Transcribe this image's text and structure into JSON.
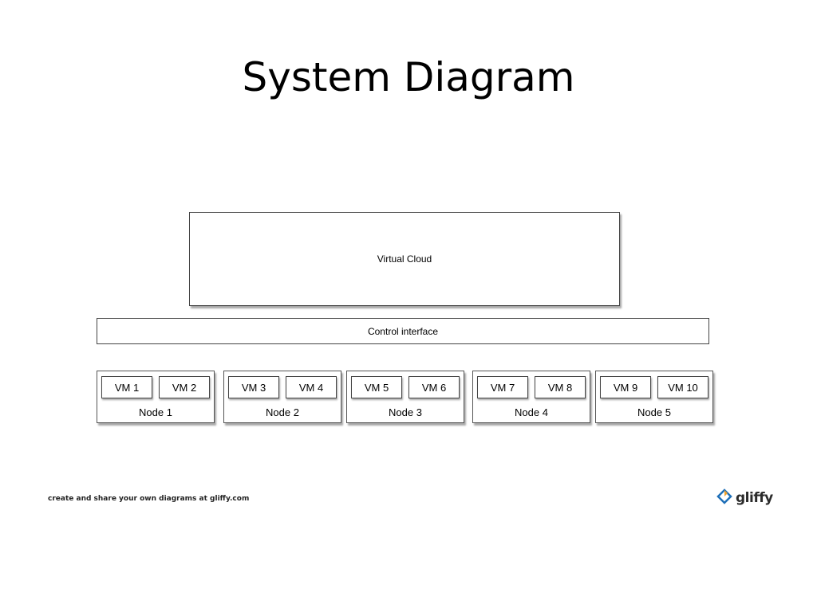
{
  "title": "System Diagram",
  "diagram": {
    "cloud_label": "Virtual Cloud",
    "control_label": "Control interface",
    "nodes": [
      {
        "label": "Node 1",
        "vms": [
          "VM 1",
          "VM 2"
        ]
      },
      {
        "label": "Node 2",
        "vms": [
          "VM 3",
          "VM 4"
        ]
      },
      {
        "label": "Node 3",
        "vms": [
          "VM 5",
          "VM 6"
        ]
      },
      {
        "label": "Node 4",
        "vms": [
          "VM 7",
          "VM 8"
        ]
      },
      {
        "label": "Node 5",
        "vms": [
          "VM 9",
          "VM 10"
        ]
      }
    ]
  },
  "footer": {
    "text": "create and share your own diagrams at gliffy.com",
    "logo_text": "gliffy",
    "logo_icon": "gliffy-logo-icon",
    "logo_colors": [
      "#1e6fb8",
      "#f2a22c"
    ]
  }
}
